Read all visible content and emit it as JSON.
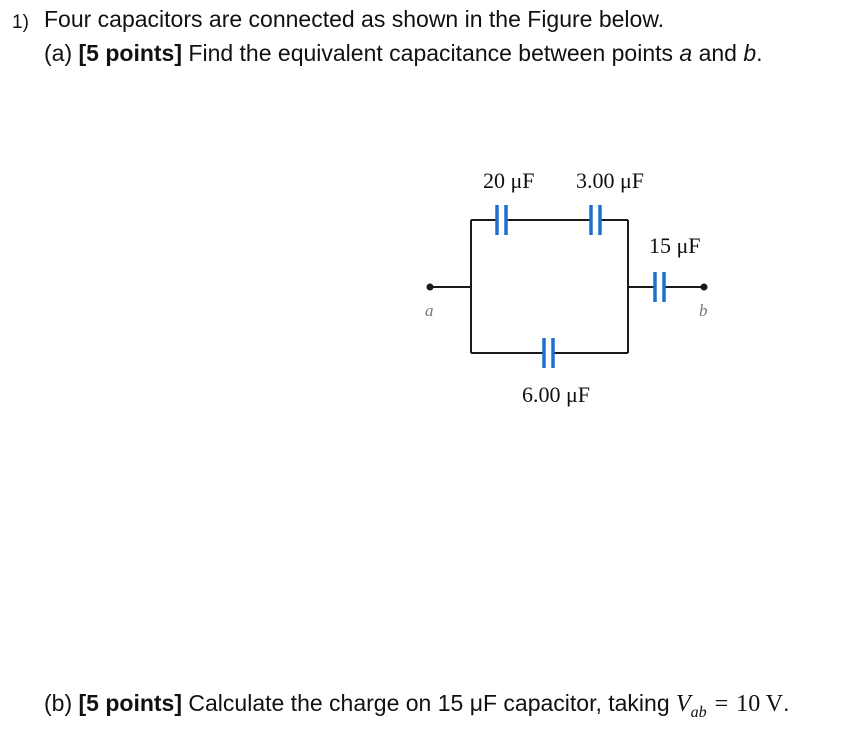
{
  "question": {
    "number": "1)",
    "line1": "Four capacitors are connected as shown in the Figure below.",
    "part_a": {
      "label": "(a)",
      "points": "[5 points]",
      "text_before": "Find the equivalent capacitance between points",
      "point_a": "a",
      "and_word": "and",
      "point_b": "b",
      "end": "."
    },
    "part_b": {
      "label": "(b)",
      "points": "[5 points]",
      "text": "Calculate the charge on 15 μF capacitor, taking",
      "var": "V",
      "sub": "ab",
      "equals": "=",
      "value": "10 V",
      "end": "."
    }
  },
  "figure": {
    "c1_label": "20 μF",
    "c2_label": "3.00 μF",
    "c3_label": "15 μF",
    "c4_label": "6.00 μF",
    "point_a": "a",
    "point_b": "b",
    "plate_color": "#1f6fd0",
    "wire_color": "#1a1a1a"
  }
}
